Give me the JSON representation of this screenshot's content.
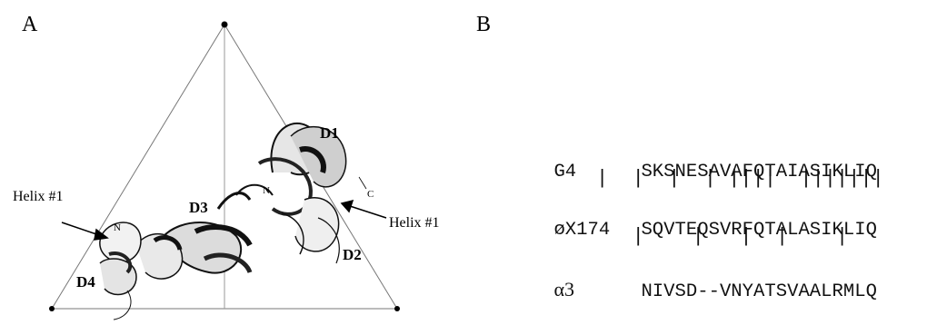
{
  "panel_a": {
    "label": "A",
    "domain_labels": {
      "d1": "D1",
      "d2": "D2",
      "d3": "D3",
      "d4": "D4"
    },
    "helix_left": "Helix #1",
    "helix_right": "Helix #1",
    "terminus_n_left": "N",
    "terminus_n_right": "N",
    "terminus_c": "C"
  },
  "panel_b": {
    "label": "B",
    "sequences": [
      {
        "name": "G4",
        "sequence": "SKSNESAVAFQTAIASIKLIQ"
      },
      {
        "name": "øX174",
        "sequence": "SQVTEQSVRFQTALASIKLIQ"
      },
      {
        "name": "α3",
        "sequence": "NIVSD--VNYATSVAALRMLQ"
      }
    ],
    "identity_lines": [
      "|  |  |  | ||||  |||||||",
      "   |    |   |  |    |"
    ]
  }
}
